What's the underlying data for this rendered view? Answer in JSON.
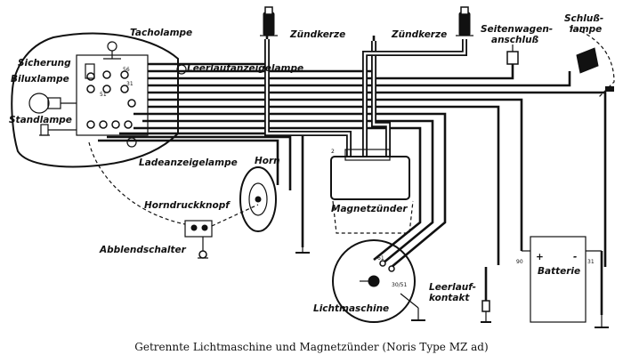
{
  "labels": {
    "tacholampe": "Tacholampe",
    "sicherung": "Sicherung",
    "biluxlampe": "Biluxlampe",
    "standlampe": "Standlampe",
    "leerlaufanzeigelampe": "Leerlaufanzeigelampe",
    "zuendkerze_1": "Zündkerze",
    "zuendkerze_2": "Zündkerze",
    "seitenwagenanschluss_1": "Seitenwagen-",
    "seitenwagenanschluss_2": "anschluß",
    "schlusslampe_1": "Schluß-",
    "schlusslampe_2": "lampe",
    "ladeanzeigelampe": "Ladeanzeigelampe",
    "horn": "Horn",
    "horndruckknopf": "Horndruckknopf",
    "abblendschalter": "Abblendschalter",
    "magnetzuender": "Magnetzünder",
    "batterie": "Batterie",
    "lichtmaschine": "Lichtmaschine",
    "leerlaufkontakt_1": "Leerlauf-",
    "leerlaufkontakt_2": "kontakt"
  },
  "terminals": {
    "t61": "61",
    "t30_51": "30/51",
    "t90": "90",
    "t31": "31",
    "plus": "+",
    "minus": "-",
    "t2": "2",
    "t56": "56",
    "t51": "51",
    "t31_sw": "31"
  },
  "caption": "Getrennte Lichtmaschine und Magnetzünder (Noris Type MZ ad)"
}
